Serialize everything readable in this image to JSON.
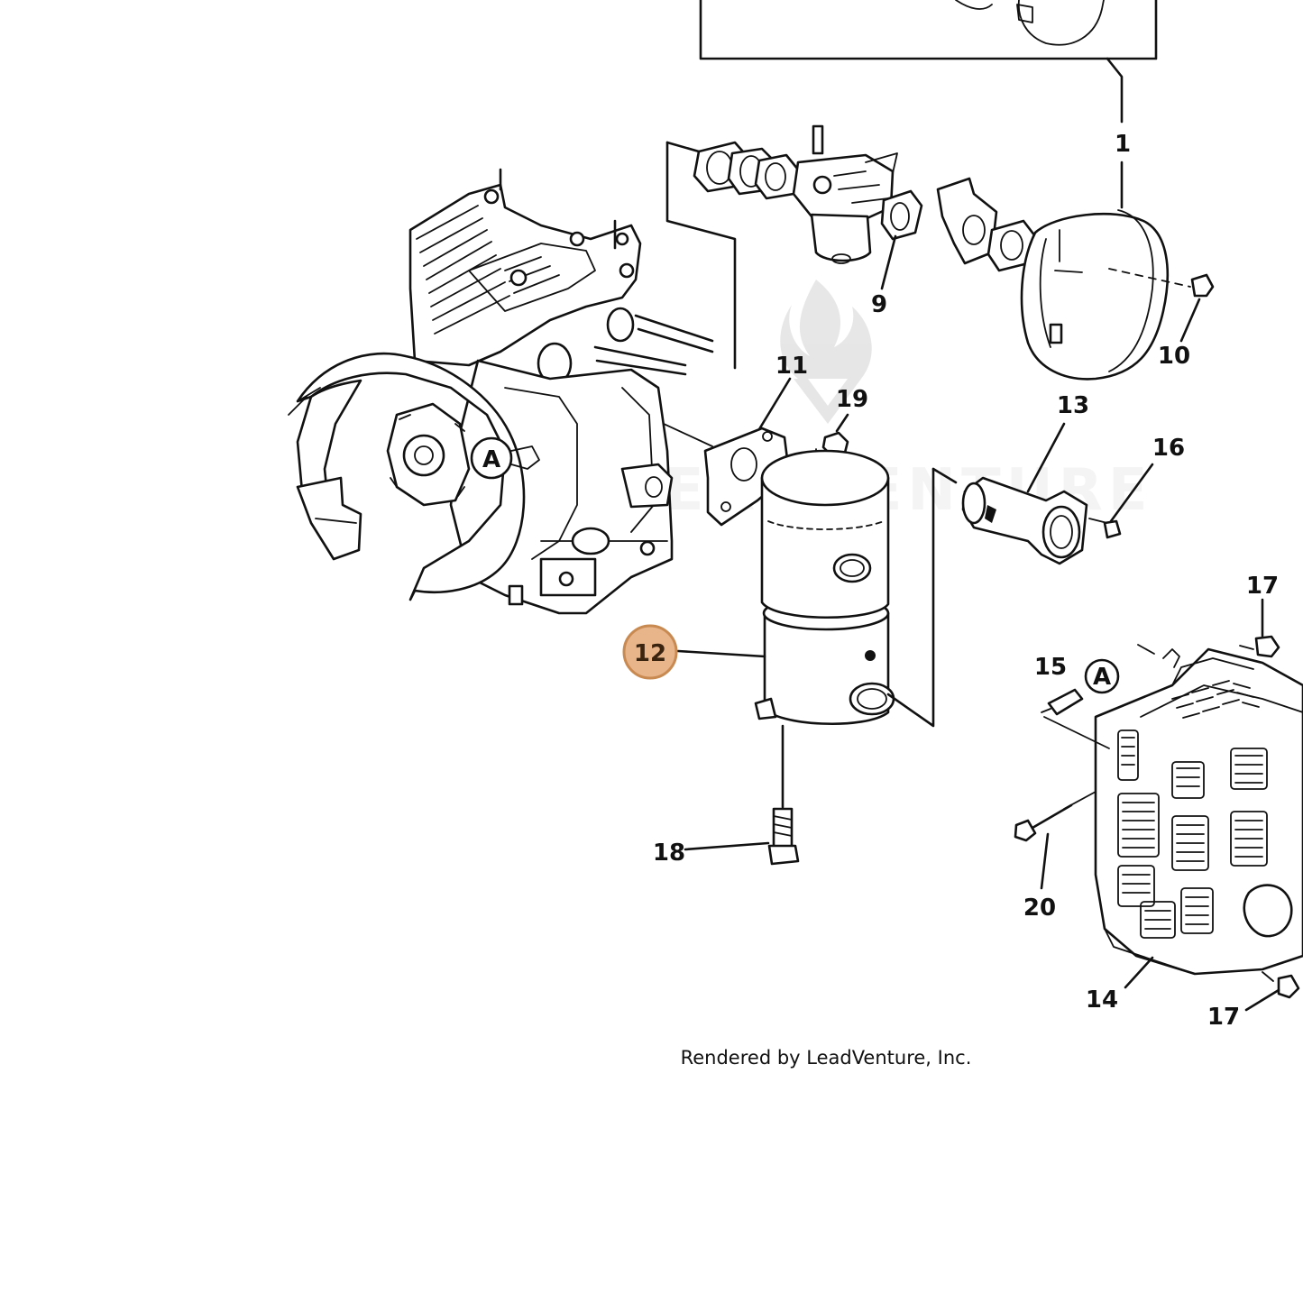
{
  "diagram": {
    "part_labels": [
      "1",
      "9",
      "10",
      "11",
      "19",
      "13",
      "16",
      "17",
      "15",
      "A",
      "12",
      "18",
      "20",
      "14",
      "17"
    ],
    "marker_labels": [
      "A",
      "A"
    ],
    "selected_callout": "12",
    "watermark": "LEADVENTURE",
    "footer": "Rendered by LeadVenture, Inc."
  },
  "colors": {
    "line": "#111111",
    "highlight_fill": "#e8b48a",
    "highlight_stroke": "#c98a52",
    "watermark": "#d8d8d8"
  },
  "icons": {
    "watermark_logo": "flame-logo-icon"
  }
}
